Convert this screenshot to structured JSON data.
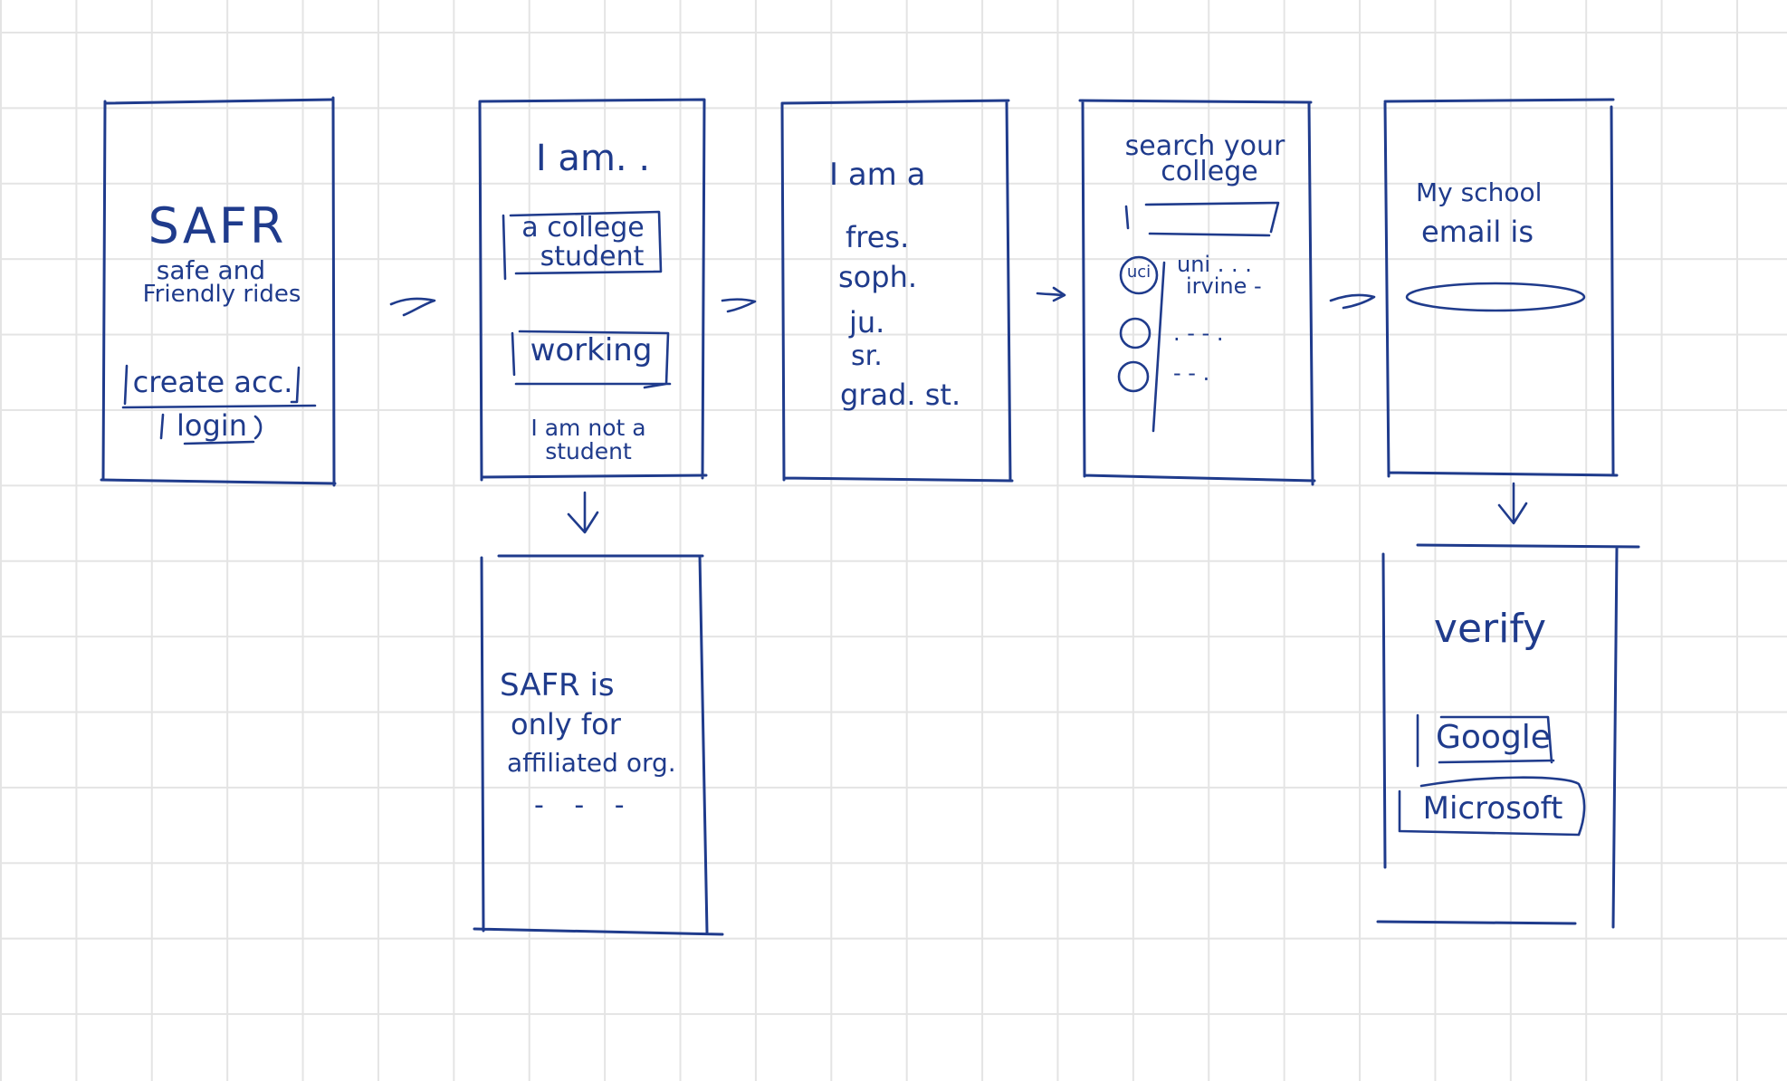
{
  "colors": {
    "ink": "#1f3b8c",
    "grid": "#e4e4e4",
    "paper": "#ffffff"
  },
  "screens": {
    "welcome": {
      "logo": "SAFR",
      "tagline_line1": "safe and",
      "tagline_line2": "Friendly rides",
      "create_account": "create acc.",
      "login": "login"
    },
    "role": {
      "title": "I am. .",
      "option_student_line1": "a college",
      "option_student_line2": "student",
      "option_working": "working",
      "not_student_line1": "I am not a",
      "not_student_line2": "student"
    },
    "year": {
      "title": "I am a",
      "options": [
        "fres.",
        "soph.",
        "ju.",
        "sr.",
        "grad. st."
      ]
    },
    "college": {
      "title_line1": "search your",
      "title_line2": "college",
      "results": [
        {
          "badge": "uci",
          "label_line1": "uni . . .",
          "label_line2": "irvine -"
        },
        {
          "badge": "",
          "label_line1": ". - - .",
          "label_line2": ""
        },
        {
          "badge": "",
          "label_line1": "- - .",
          "label_line2": ""
        }
      ]
    },
    "email": {
      "title_line1": "My school",
      "title_line2": "email is"
    },
    "not_affiliated": {
      "line1": "SAFR is",
      "line2": "only for",
      "line3": "affiliated org.",
      "placeholder": "-  -  -"
    },
    "verify": {
      "title": "verify",
      "google": "Google",
      "microsoft": "Microsoft"
    }
  }
}
